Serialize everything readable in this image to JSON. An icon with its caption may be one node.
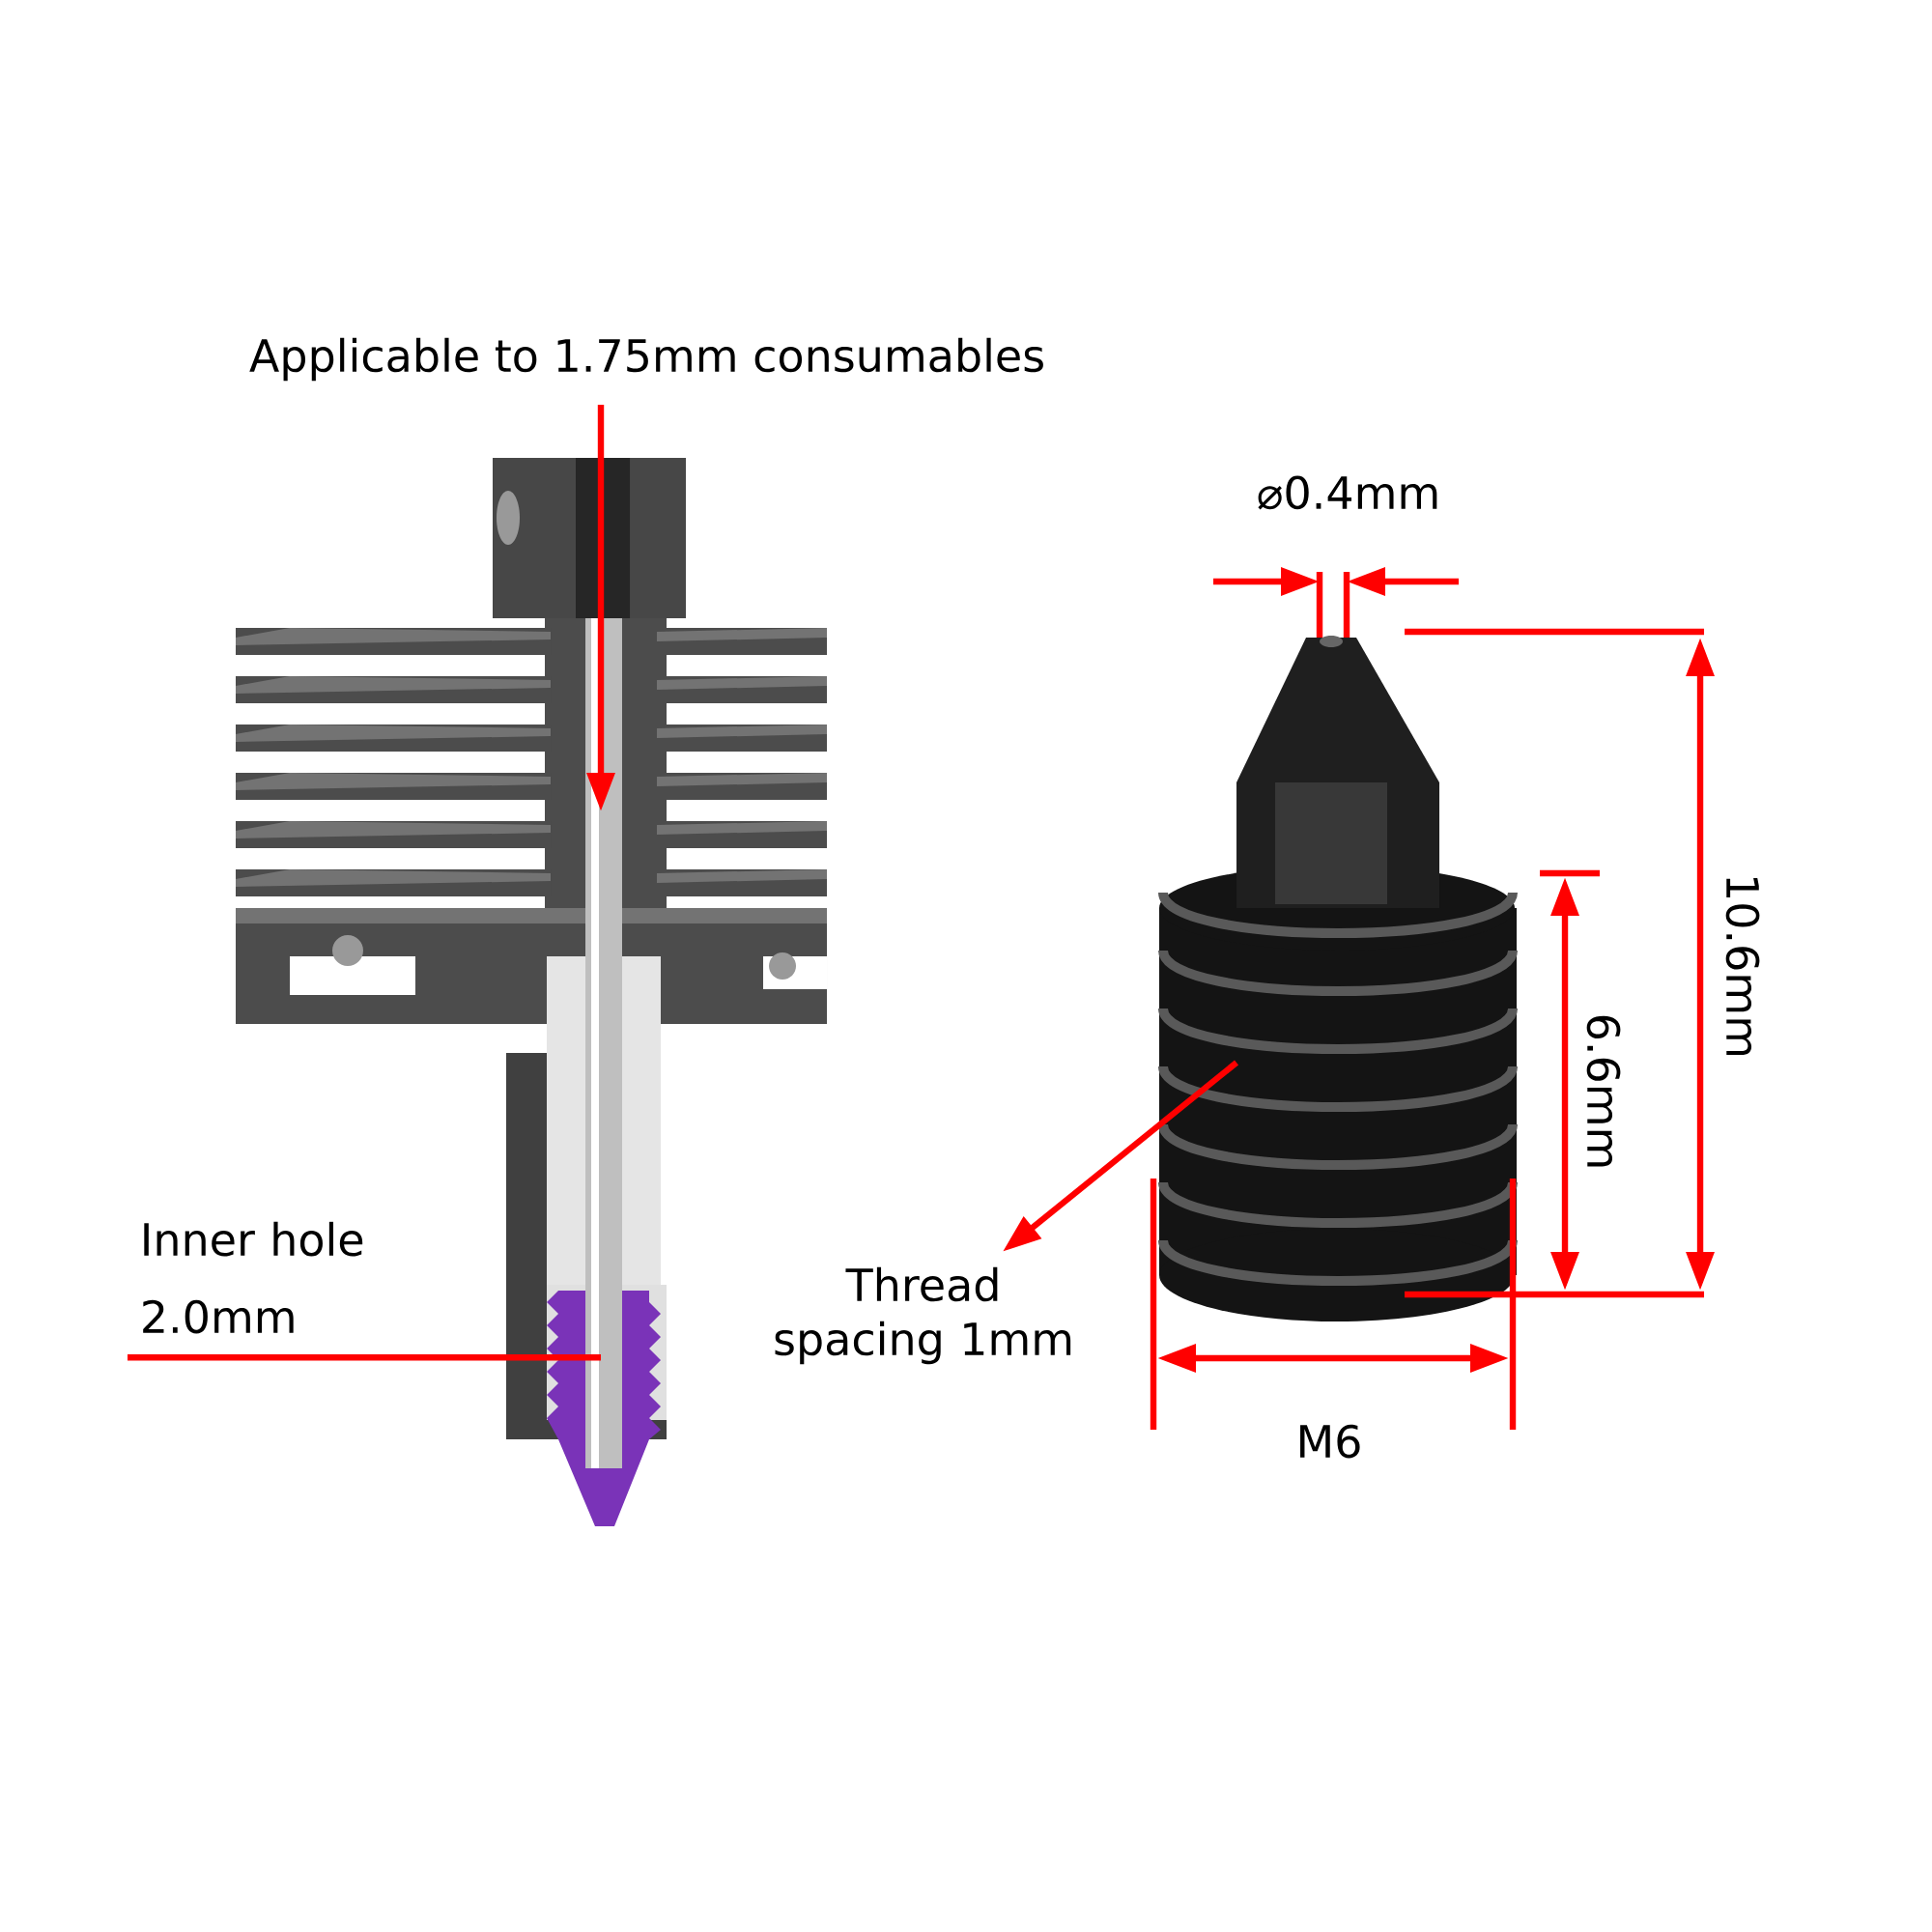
{
  "diagram": {
    "nodes": [
      {
        "text": [
          "Applicable to 1.75mm consumables"
        ]
      },
      {
        "text": [
          "Inner hole 2.0mm"
        ]
      },
      {
        "text": [
          "Thread spacing 1mm"
        ]
      }
    ],
    "edges": [
      {
        "from": 0,
        "to": null,
        "arrow": "to"
      },
      {
        "from": 1,
        "to": null,
        "arrow": "none"
      },
      {
        "from": null,
        "to": 2,
        "arrow": "to"
      }
    ],
    "labels": [
      "⌀0.4mm",
      "10.6mm",
      "6.6mm",
      "M6"
    ]
  }
}
